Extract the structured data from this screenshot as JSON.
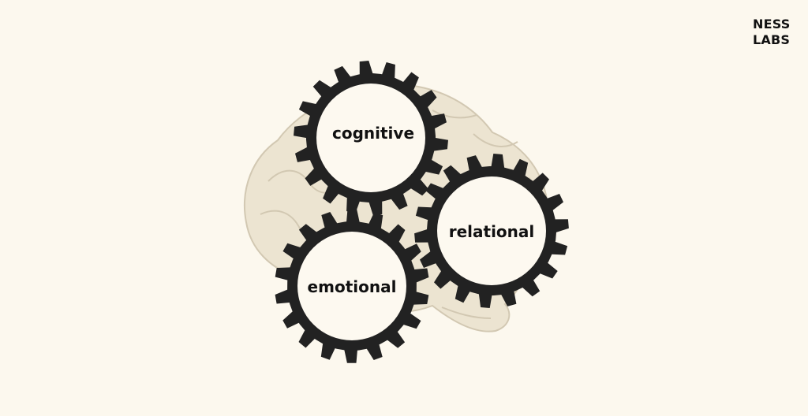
{
  "colors": {
    "background": "#fcf8ee",
    "gear": "#222222",
    "gear_hub": "#fdf9f0",
    "brain_fill": "#ece4d1",
    "brain_stroke": "#d2c8b2",
    "text": "#111111"
  },
  "brand": {
    "line1": "NESS",
    "line2": "LABS"
  },
  "gears": [
    {
      "id": "cognitive",
      "label": "cognitive"
    },
    {
      "id": "relational",
      "label": "relational"
    },
    {
      "id": "emotional",
      "label": "emotional"
    }
  ]
}
